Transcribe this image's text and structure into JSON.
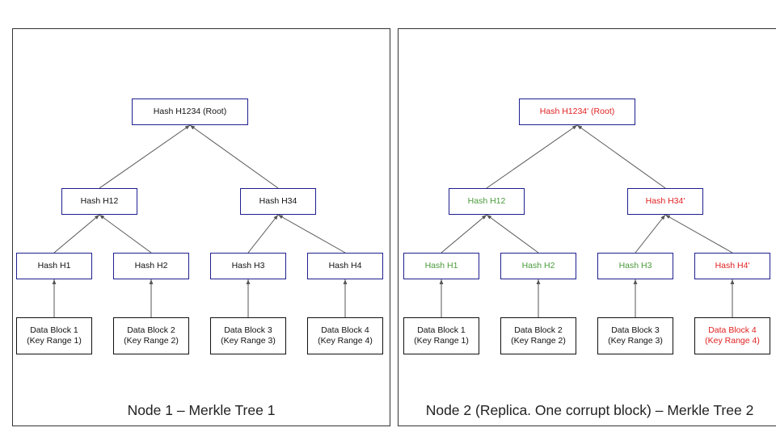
{
  "trees": [
    {
      "caption": "Node 1 – Merkle Tree 1",
      "root": {
        "label": "Hash H1234 (Root)",
        "status": "normal"
      },
      "mid": [
        {
          "label": "Hash H12",
          "status": "normal"
        },
        {
          "label": "Hash H34",
          "status": "normal"
        }
      ],
      "leaf_hashes": [
        {
          "label": "Hash H1",
          "status": "normal"
        },
        {
          "label": "Hash H2",
          "status": "normal"
        },
        {
          "label": "Hash H3",
          "status": "normal"
        },
        {
          "label": "Hash H4",
          "status": "normal"
        }
      ],
      "data_blocks": [
        {
          "label": "Data Block 1\n(Key Range 1)",
          "status": "normal"
        },
        {
          "label": "Data Block 2\n(Key Range 2)",
          "status": "normal"
        },
        {
          "label": "Data Block 3\n(Key Range 3)",
          "status": "normal"
        },
        {
          "label": "Data Block 4\n(Key Range 4)",
          "status": "normal"
        }
      ]
    },
    {
      "caption": "Node 2 (Replica. One corrupt block) – Merkle Tree 2",
      "root": {
        "label": "Hash H1234' (Root)",
        "status": "mismatch"
      },
      "mid": [
        {
          "label": "Hash H12",
          "status": "match"
        },
        {
          "label": "Hash H34'",
          "status": "mismatch"
        }
      ],
      "leaf_hashes": [
        {
          "label": "Hash H1",
          "status": "match"
        },
        {
          "label": "Hash H2",
          "status": "match"
        },
        {
          "label": "Hash H3",
          "status": "match"
        },
        {
          "label": "Hash H4'",
          "status": "mismatch"
        }
      ],
      "data_blocks": [
        {
          "label": "Data Block 1\n(Key Range 1)",
          "status": "normal"
        },
        {
          "label": "Data Block 2\n(Key Range 2)",
          "status": "normal"
        },
        {
          "label": "Data Block 3\n(Key Range 3)",
          "status": "normal"
        },
        {
          "label": "Data Block 4\n(Key Range 4)",
          "status": "mismatch"
        }
      ]
    }
  ],
  "colors": {
    "match": "#4a9a3a",
    "mismatch": "#e02020",
    "normal": "#111111"
  }
}
